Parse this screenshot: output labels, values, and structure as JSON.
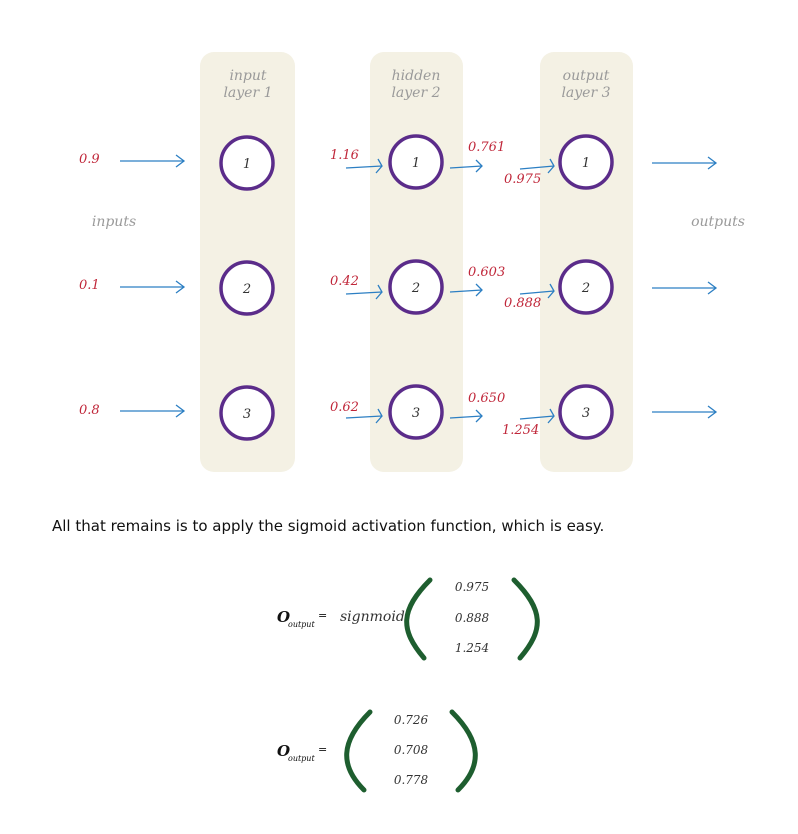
{
  "layers": [
    {
      "name": "input",
      "sub": "layer 1"
    },
    {
      "name": "hidden",
      "sub": "layer 2"
    },
    {
      "name": "output",
      "sub": "layer 3"
    }
  ],
  "node_labels": [
    "1",
    "2",
    "3"
  ],
  "inputs_label": "inputs",
  "outputs_label": "outputs",
  "input_values": [
    "0.9",
    "0.1",
    "0.8"
  ],
  "hidden_inputs": [
    "1.16",
    "0.42",
    "0.62"
  ],
  "hidden_outputs": [
    "0.761",
    "0.603",
    "0.650"
  ],
  "output_inputs": [
    "0.975",
    "0.888",
    "1.254"
  ],
  "caption": "All that remains is to apply the sigmoid activation function, which is easy.",
  "eq1": {
    "symbol": "O",
    "subscript": "output",
    "equals": "=",
    "func": "signmoid",
    "matrix": [
      "0.975",
      "0.888",
      "1.254"
    ]
  },
  "eq2": {
    "symbol": "O",
    "subscript": "output",
    "equals": "=",
    "matrix": [
      "0.726",
      "0.708",
      "0.778"
    ]
  },
  "colors": {
    "column": "#f4f1e4",
    "node": "#5b2c8a",
    "arrow": "#2c7fc3",
    "value": "#c0273a",
    "paren": "#1e5e2f",
    "label": "#9a9a9a"
  }
}
